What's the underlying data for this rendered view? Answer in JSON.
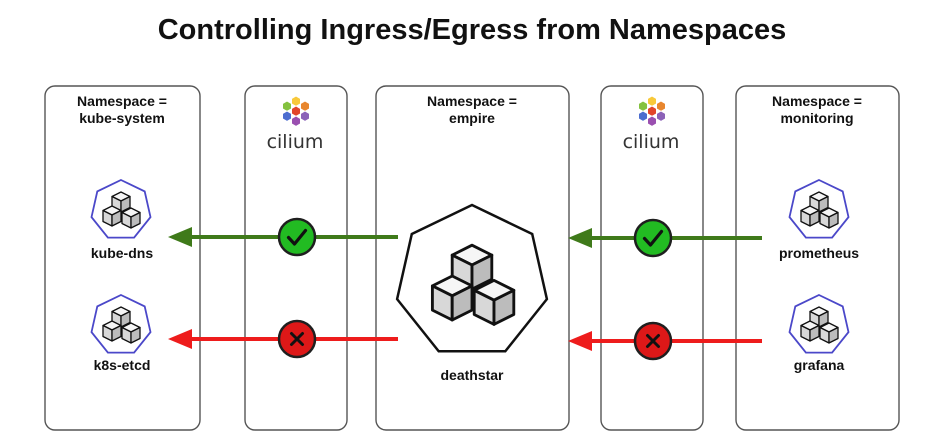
{
  "title": "Controlling Ingress/Egress from Namespaces",
  "namespaces": {
    "left": {
      "line1": "Namespace =",
      "line2": "kube-system"
    },
    "center": {
      "line1": "Namespace =",
      "line2": "empire"
    },
    "right": {
      "line1": "Namespace =",
      "line2": "monitoring"
    }
  },
  "cilium": {
    "left": {
      "label": "cilium"
    },
    "right": {
      "label": "cilium"
    }
  },
  "pods": {
    "kube_dns": "kube-dns",
    "k8s_etcd": "k8s-etcd",
    "deathstar": "deathstar",
    "prometheus": "prometheus",
    "grafana": "grafana"
  },
  "flows": [
    {
      "from": "deathstar",
      "to": "kube-dns",
      "status": "allowed"
    },
    {
      "from": "deathstar",
      "to": "k8s-etcd",
      "status": "denied"
    },
    {
      "from": "prometheus",
      "to": "deathstar",
      "status": "allowed"
    },
    {
      "from": "grafana",
      "to": "deathstar",
      "status": "denied"
    }
  ],
  "colors": {
    "allowed_arrow": "#3f7a1a",
    "denied_arrow": "#ee1c1c",
    "allowed_badge": "#22bb22",
    "denied_badge": "#dd1818",
    "pod_outline": "#4b48c9",
    "cilium_logo": [
      "#f8c93a",
      "#e8862e",
      "#e2452a",
      "#8c62b8",
      "#4c6dcf",
      "#84c23f",
      "#9a4fb0"
    ]
  },
  "icons": {
    "allowed": "check-icon",
    "denied": "cross-icon",
    "pod": "cubes-icon",
    "cilium": "cilium-hexagon-logo"
  }
}
